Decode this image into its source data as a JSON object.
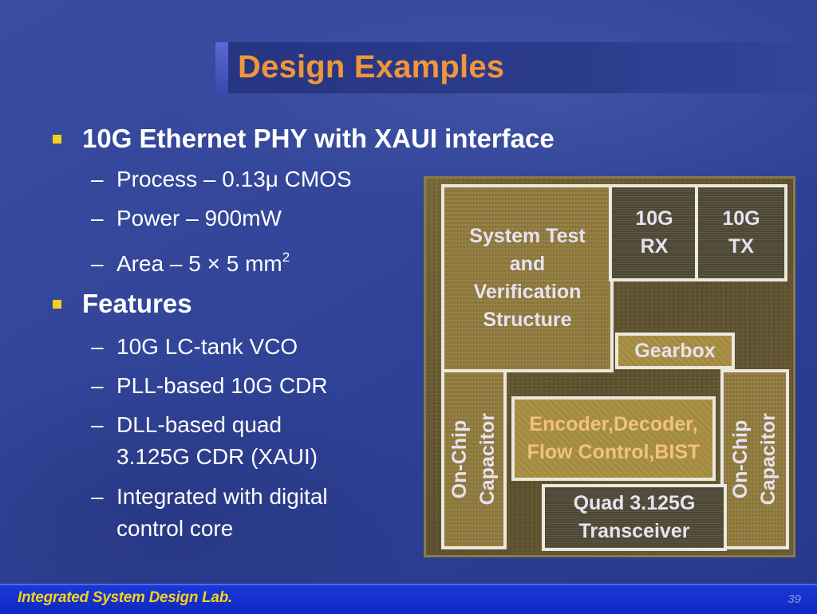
{
  "slide": {
    "title": "Design Examples",
    "bullets": [
      {
        "text": "10G Ethernet PHY with XAUI interface",
        "subs": [
          {
            "text": "Process – 0.13μ CMOS"
          },
          {
            "text": "Power – 900mW"
          },
          {
            "text": "Area – 5 × 5 mm",
            "sup": "2"
          }
        ]
      },
      {
        "text": "Features",
        "subs": [
          {
            "text": "10G LC-tank VCO"
          },
          {
            "text": "PLL-based 10G CDR"
          },
          {
            "line1": "DLL-based quad",
            "line2": "3.125G CDR (XAUI)"
          },
          {
            "line1": "Integrated with digital",
            "line2": "control core"
          }
        ]
      }
    ],
    "dash": "–"
  },
  "die_photo": {
    "system_test": [
      "System Test",
      "and",
      "Verification",
      "Structure"
    ],
    "rx": [
      "10G",
      "RX"
    ],
    "tx": [
      "10G",
      "TX"
    ],
    "gearbox": "Gearbox",
    "capacitor_left": [
      "On-Chip",
      "Capacitor"
    ],
    "capacitor_right": [
      "On-Chip",
      "Capacitor"
    ],
    "encoder": [
      "Encoder,Decoder,",
      "Flow Control,BIST"
    ],
    "transceiver": [
      "Quad 3.125G",
      "Transceiver"
    ]
  },
  "footer": {
    "lab": "Integrated System Design Lab.",
    "page": "39"
  },
  "colors": {
    "title": "#f0963a",
    "bullet_marker": "#f6d11b",
    "footer_bar": "#1b38d8",
    "footer_text": "#f2d21e"
  }
}
